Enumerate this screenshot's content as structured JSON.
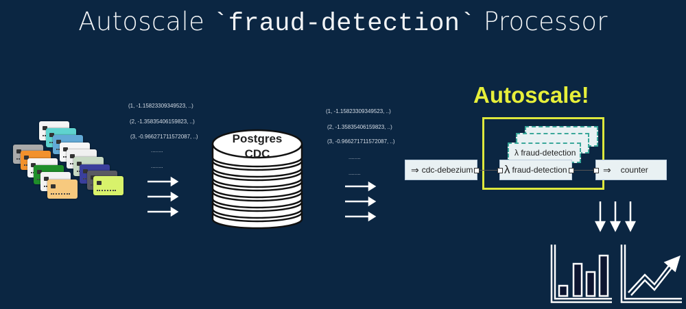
{
  "title": {
    "prefix": "Autoscale ",
    "code": "`fraud-detection`",
    "suffix": " Processor"
  },
  "left_records": [
    "(1, -1.15823309349523, ..)",
    "(2, -1.35835406159823, ..)",
    "(3, -0.966271711572087, ..)",
    "........",
    "........"
  ],
  "right_records": [
    "(1, -1.15823309349523, ..)",
    "(2, -1.35835406159823, ..)",
    "(3, -0.966271711572087, ..)",
    "........",
    "........"
  ],
  "database": {
    "line1": "Postgres",
    "line2": "CDC"
  },
  "autoscale_label": "Autoscale!",
  "pipeline": {
    "source": {
      "icon": "⇒",
      "label": "cdc-debezium"
    },
    "processor": {
      "icon": "λ",
      "label": "fraud-detection"
    },
    "ghost_label": "λ fraud-detection",
    "sink": {
      "icon": "⇒",
      "label": "counter"
    }
  },
  "colors": {
    "background": "#0b2642",
    "highlight": "#dde83c",
    "dashed": "#3aa79a"
  },
  "card_colors": [
    "#f4f4f4",
    "#5fd3cf",
    "#62a9d6",
    "#f6f6f6",
    "#aaaaaa",
    "#f0f0f0",
    "#f2912c",
    "#c7d9c3",
    "#f5f5f5",
    "#3a3f9c",
    "#1f8f2a",
    "#5a5a62",
    "#f3f3f3",
    "#f7c97e",
    "#d8f26b"
  ]
}
